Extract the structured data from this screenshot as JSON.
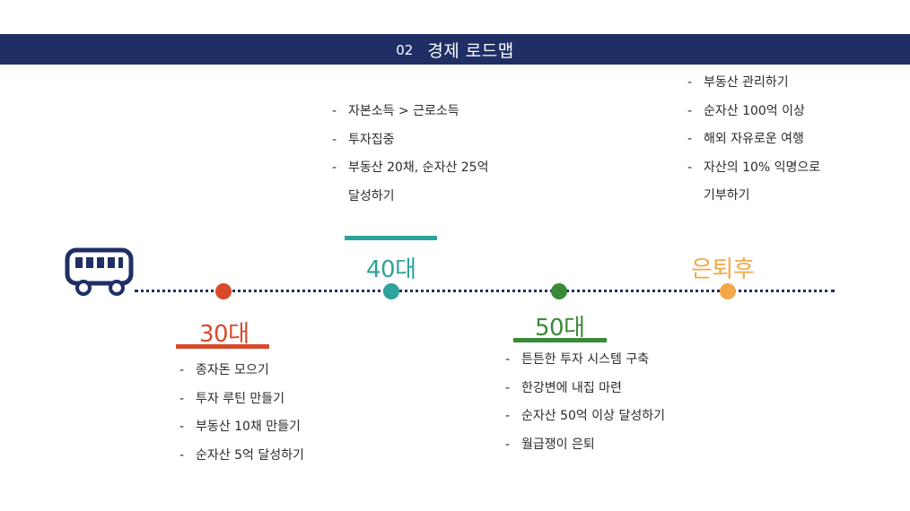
{
  "header": {
    "number": "02",
    "title": "경제 로드맵"
  },
  "colors": {
    "header_bg": "#1f2f66",
    "timeline": "#1f2f66",
    "age30": "#d94a2a",
    "age40": "#2ea39a",
    "age50": "#3a8a38",
    "retire": "#f2a84a"
  },
  "icons": {
    "bus": "bus-icon"
  },
  "stages": {
    "age30": {
      "label": "30대",
      "items": [
        "종자돈 모으기",
        "투자 루틴 만들기",
        "부동산 10채 만들기",
        "순자산 5억 달성하기"
      ]
    },
    "age40": {
      "label": "40대",
      "items": [
        "자본소득 > 근로소득",
        "투자집중",
        "부동산 20채, 순자산 25억",
        "달성하기"
      ]
    },
    "age50": {
      "label": "50대",
      "items": [
        "튼튼한 투자 시스템 구축",
        "한강변에 내집 마련",
        "순자산 50억 이상 달성하기",
        "월급쟁이 은퇴"
      ]
    },
    "retire": {
      "label": "은퇴후",
      "items": [
        "부동산 관리하기",
        "순자산 100억 이상",
        "해외 자유로운 여행",
        "자산의 10% 익명으로",
        "기부하기"
      ]
    }
  }
}
